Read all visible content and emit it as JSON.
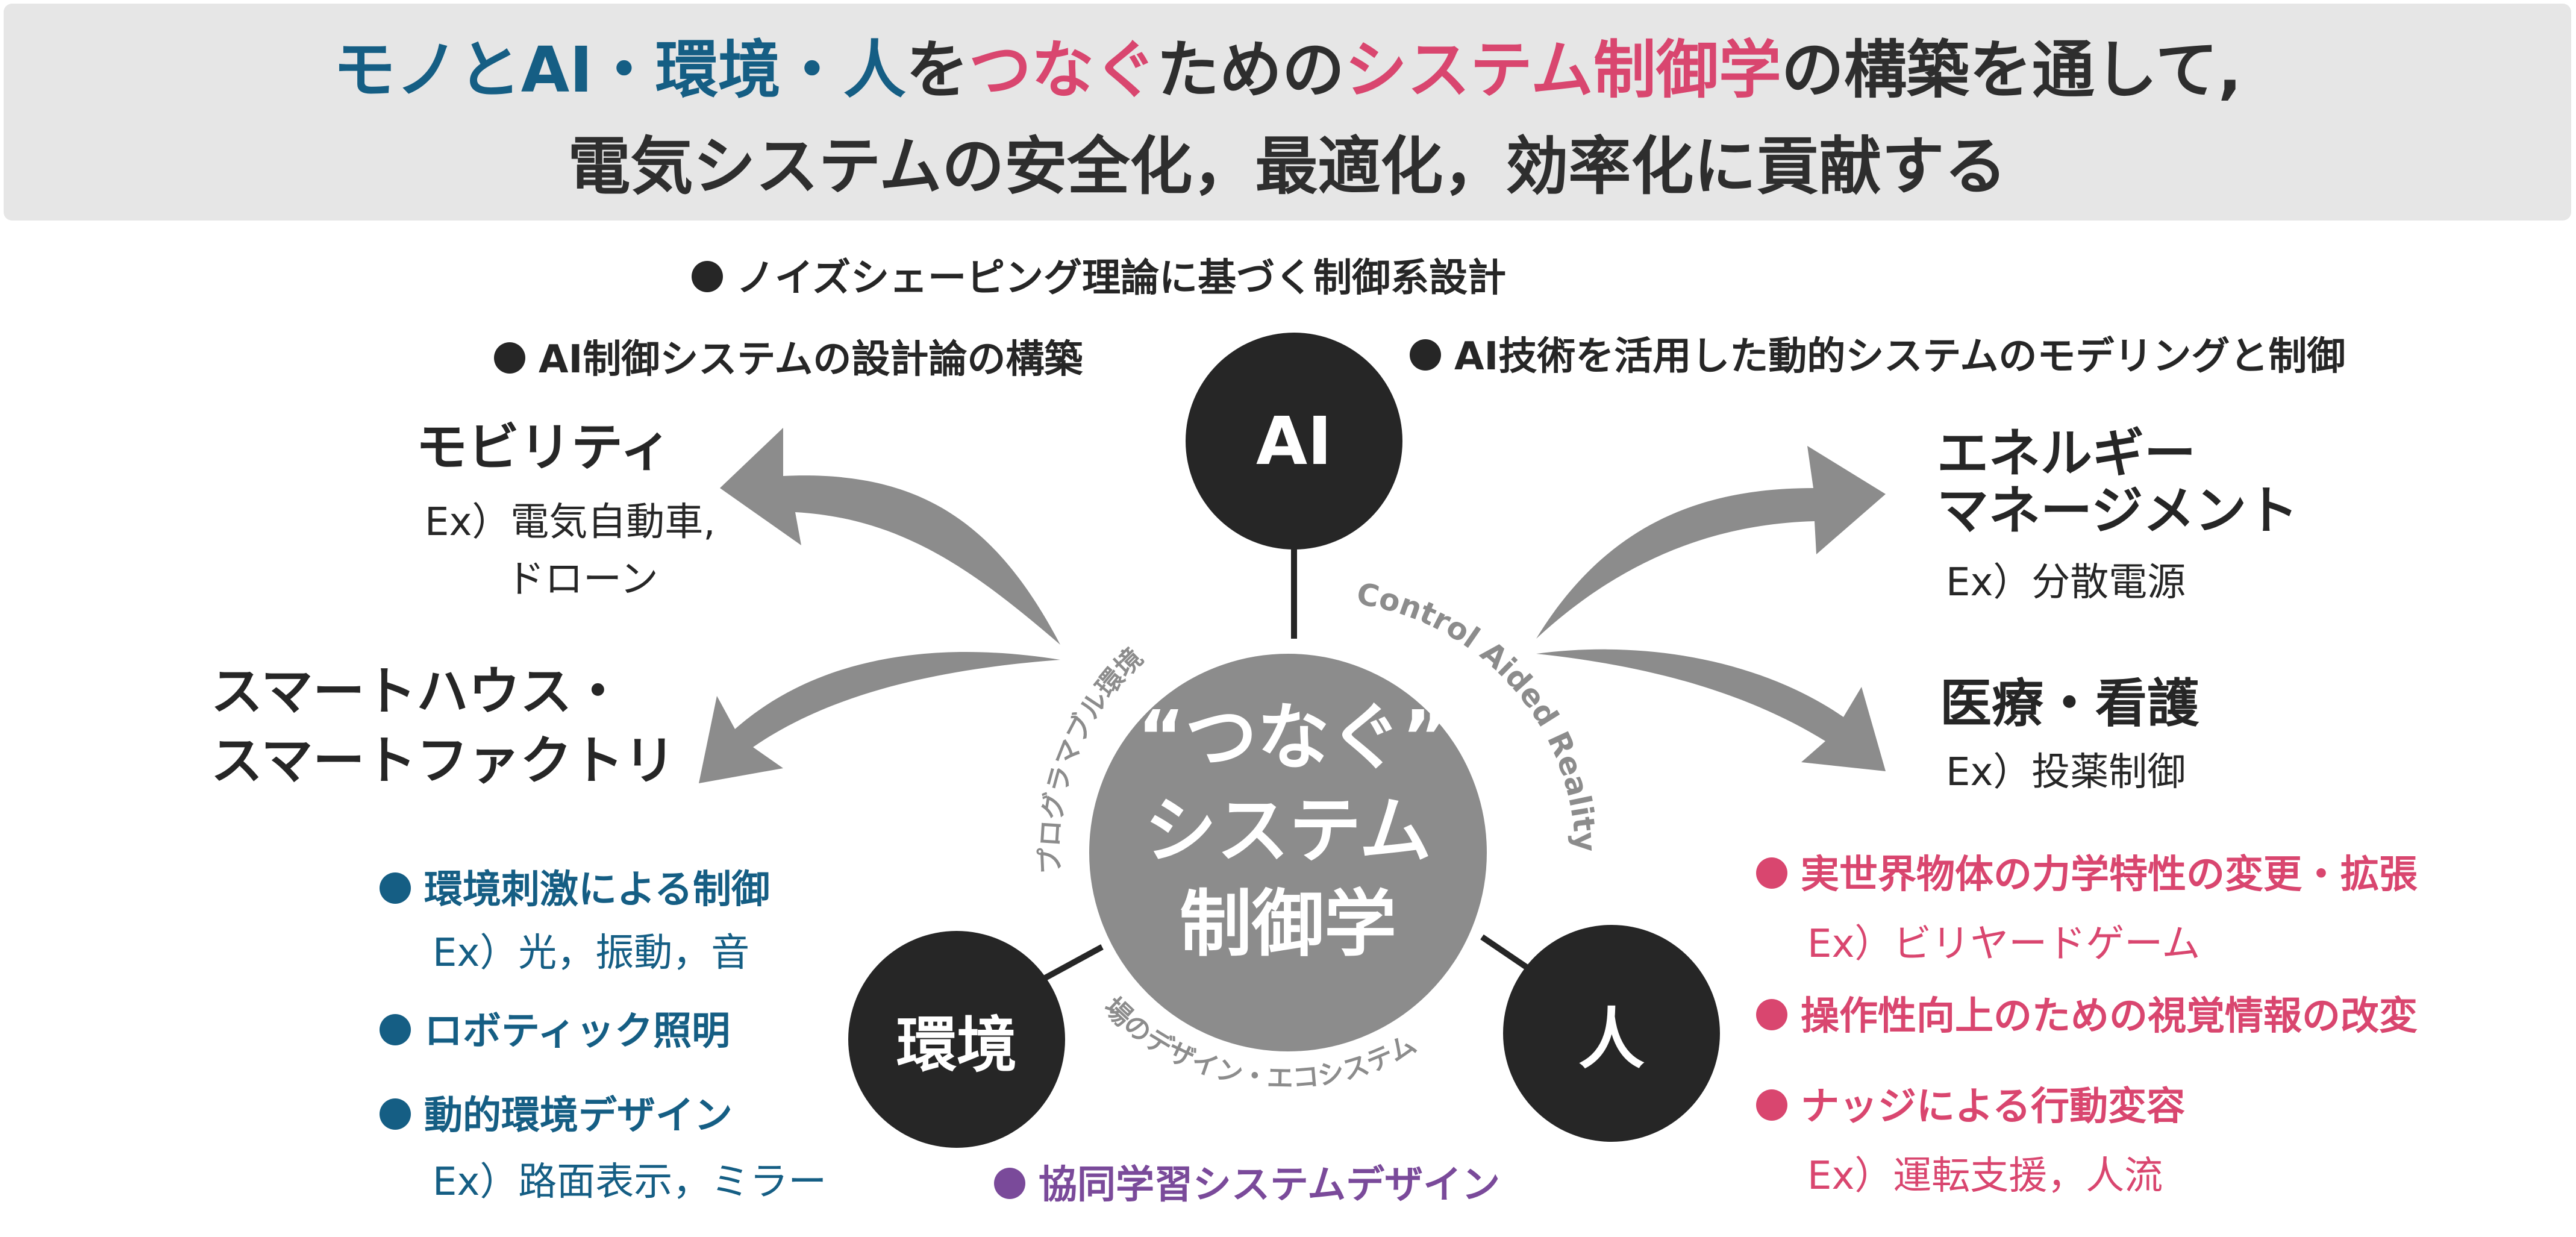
{
  "banner": {
    "line1": [
      {
        "text": "モノとAI・環境・人",
        "accent": "blue"
      },
      {
        "text": "を",
        "accent": "none"
      },
      {
        "text": "つなぐ",
        "accent": "pink"
      },
      {
        "text": "ための",
        "accent": "none"
      },
      {
        "text": "システム制御学",
        "accent": "pink"
      },
      {
        "text": "の構築を通して,",
        "accent": "none"
      }
    ],
    "line2": "電気システムの安全化，最適化，効率化に貢献する"
  },
  "center": {
    "line1": "“つなぐ”",
    "line2": "システム",
    "line3": "制御学",
    "arc_left": "プログラマブル環境",
    "arc_right": "Control Aided Reality",
    "arc_bottom": "場のデザイン・エコシステム"
  },
  "nodes": {
    "ai": "AI",
    "env": "環境",
    "human": "人"
  },
  "ai_items": [
    "ノイズシェーピング理論に基づく制御系設計",
    "AI制御システムの設計論の構築",
    "AI技術を活用した動的システムのモデリングと制御"
  ],
  "applications": {
    "mobility": {
      "title": "モビリティ",
      "ex1": "Ex）電気自動車,",
      "ex2": "ドローン"
    },
    "smart": {
      "title1": "スマートハウス・",
      "title2": "スマートファクトリ"
    },
    "energy": {
      "title1": "エネルギー",
      "title2": "マネージメント",
      "ex": "Ex）分散電源"
    },
    "medical": {
      "title": "医療・看護",
      "ex": "Ex）投薬制御"
    }
  },
  "env_items": {
    "item1": "環境刺激による制御",
    "item1_ex": "Ex）光，振動，音",
    "item2": "ロボティック照明",
    "item3": "動的環境デザイン",
    "item3_ex": "Ex）路面表示，ミラー"
  },
  "collab": "協同学習システムデザイン",
  "human_items": {
    "item1": "実世界物体の力学特性の変更・拡張",
    "item1_ex": "Ex）ビリヤードゲーム",
    "item2": "操作性向上のための視覚情報の改変",
    "item3": "ナッジによる行動変容",
    "item3_ex": "Ex）運転支援，人流"
  },
  "colors": {
    "banner_bg": "#e6e6e6",
    "blue": "#155e84",
    "pink": "#d9466f",
    "purple": "#7a4a9a",
    "dark_circle": "#262626",
    "center_circle": "#8c8c8c",
    "arrow": "#8c8c8c",
    "text": "#262626"
  }
}
